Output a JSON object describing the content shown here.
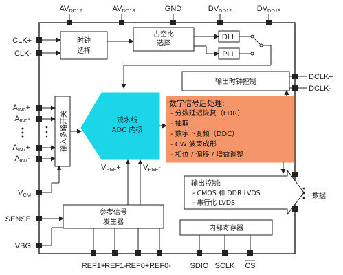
{
  "power_pins": [
    {
      "main": "AV",
      "sub": "DD12"
    },
    {
      "main": "AV",
      "sub": "DD18"
    },
    {
      "main": "GND",
      "sub": ""
    },
    {
      "main": "DV",
      "sub": "DD12"
    },
    {
      "main": "DV",
      "sub": "DD18"
    }
  ],
  "left_pins": {
    "clk_p": "CLK+",
    "clk_n": "CLK-",
    "ain0_p": {
      "main": "A",
      "sub": "IN0",
      "suffix": "+"
    },
    "ain0_n": {
      "main": "A",
      "sub": "IN0",
      "suffix": "-"
    },
    "ain7_p": {
      "main": "A",
      "sub": "IN7",
      "suffix": "+"
    },
    "ain7_n": {
      "main": "A",
      "sub": "IN7",
      "suffix": "-"
    },
    "vcm": {
      "main": "V",
      "sub": "CM"
    },
    "sense": "SENSE",
    "vbg": "VBG"
  },
  "right_pins": {
    "dclk_p": "DCLK+",
    "dclk_n": "DCLK-",
    "data": "数据"
  },
  "bottom_pins": [
    "REF1+",
    "REF1-",
    "REF0+",
    "REF0-",
    "SDIO",
    "SCLK",
    "CS"
  ],
  "blocks": {
    "clock_select": [
      "时钟",
      "选择"
    ],
    "duty_cycle": [
      "占空比",
      "选择"
    ],
    "dll": "DLL",
    "pll": "PLL",
    "out_clock_ctrl": "输出时钟控制",
    "input_mux": "输入多路开关",
    "adc_core": [
      "流水线",
      "ADC 内核"
    ],
    "vref_p": {
      "main": "V",
      "sub": "REF",
      "suffix": "+"
    },
    "vref_n": {
      "main": "V",
      "sub": "REF",
      "suffix": "-"
    },
    "dsp": {
      "title": "数字信号后处理:",
      "items": [
        "- 分数延迟恢复（FDR）",
        "- 抽取",
        "- 数字下变频（DDC）",
        "- CW 波束成形",
        "- 相位 / 偏移 / 增益调整"
      ]
    },
    "output_ctrl": {
      "title": "输出控制:",
      "items": [
        "- CMOS 和 DDR LVDS",
        "- 串行化 LVDS"
      ]
    },
    "ref_gen": [
      "参考信号",
      "发生器"
    ],
    "registers": "内部寄存器"
  },
  "colors": {
    "adc_fill": "#1ad6e8",
    "dsp_fill": "#f4956a",
    "line": "#222222"
  }
}
